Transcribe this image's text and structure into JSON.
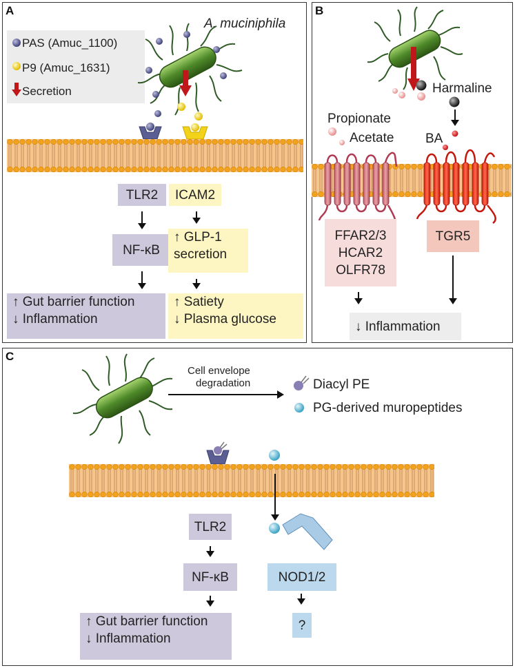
{
  "colors": {
    "membrane_head": "#f2a31b",
    "membrane_body": "#f6c58a",
    "bacterium": "#4f8a2a",
    "pas": "#5b5e92",
    "p9": "#f2d31a",
    "secretion": "#c0171b",
    "tlr2": "#cdc8dc",
    "icam2": "#fdf6c2",
    "ffar": "#f7dcdc",
    "tgr5": "#f4c7bd",
    "nod": "#bcd8ec",
    "muropeptide": "#7fc9e0"
  },
  "panel_a": {
    "label": "A",
    "organism": "A. muciniphila",
    "legend": {
      "pas": "PAS (Amuc_1100)",
      "p9": "P9 (Amuc_1631)",
      "secretion": "Secretion"
    },
    "tlr2": "TLR2",
    "icam2": "ICAM2",
    "nfkb": "NF-κB",
    "glp1_line1": "↑ GLP-1",
    "glp1_line2": "secretion",
    "gut_line1": "↑ Gut barrier function",
    "gut_line2": "↓ Inflammation",
    "satiety_line1": "↑ Satiety",
    "satiety_line2": "↓ Plasma glucose"
  },
  "panel_b": {
    "label": "B",
    "harmaline": "Harmaline",
    "propionate": "Propionate",
    "acetate": "Acetate",
    "ba": "BA",
    "ffar_line1": "FFAR2/3",
    "ffar_line2": "HCAR2",
    "ffar_line3": "OLFR78",
    "tgr5": "TGR5",
    "inflammation": "↓ Inflammation"
  },
  "panel_c": {
    "label": "C",
    "degradation_line1": "Cell envelope",
    "degradation_line2": "degradation",
    "diacyl": "Diacyl PE",
    "pg": "PG-derived muropeptides",
    "tlr2": "TLR2",
    "nfkb": "NF-κB",
    "nod": "NOD1/2",
    "question": "?",
    "gut_line1": "↑ Gut barrier function",
    "gut_line2": "↓ Inflammation"
  }
}
